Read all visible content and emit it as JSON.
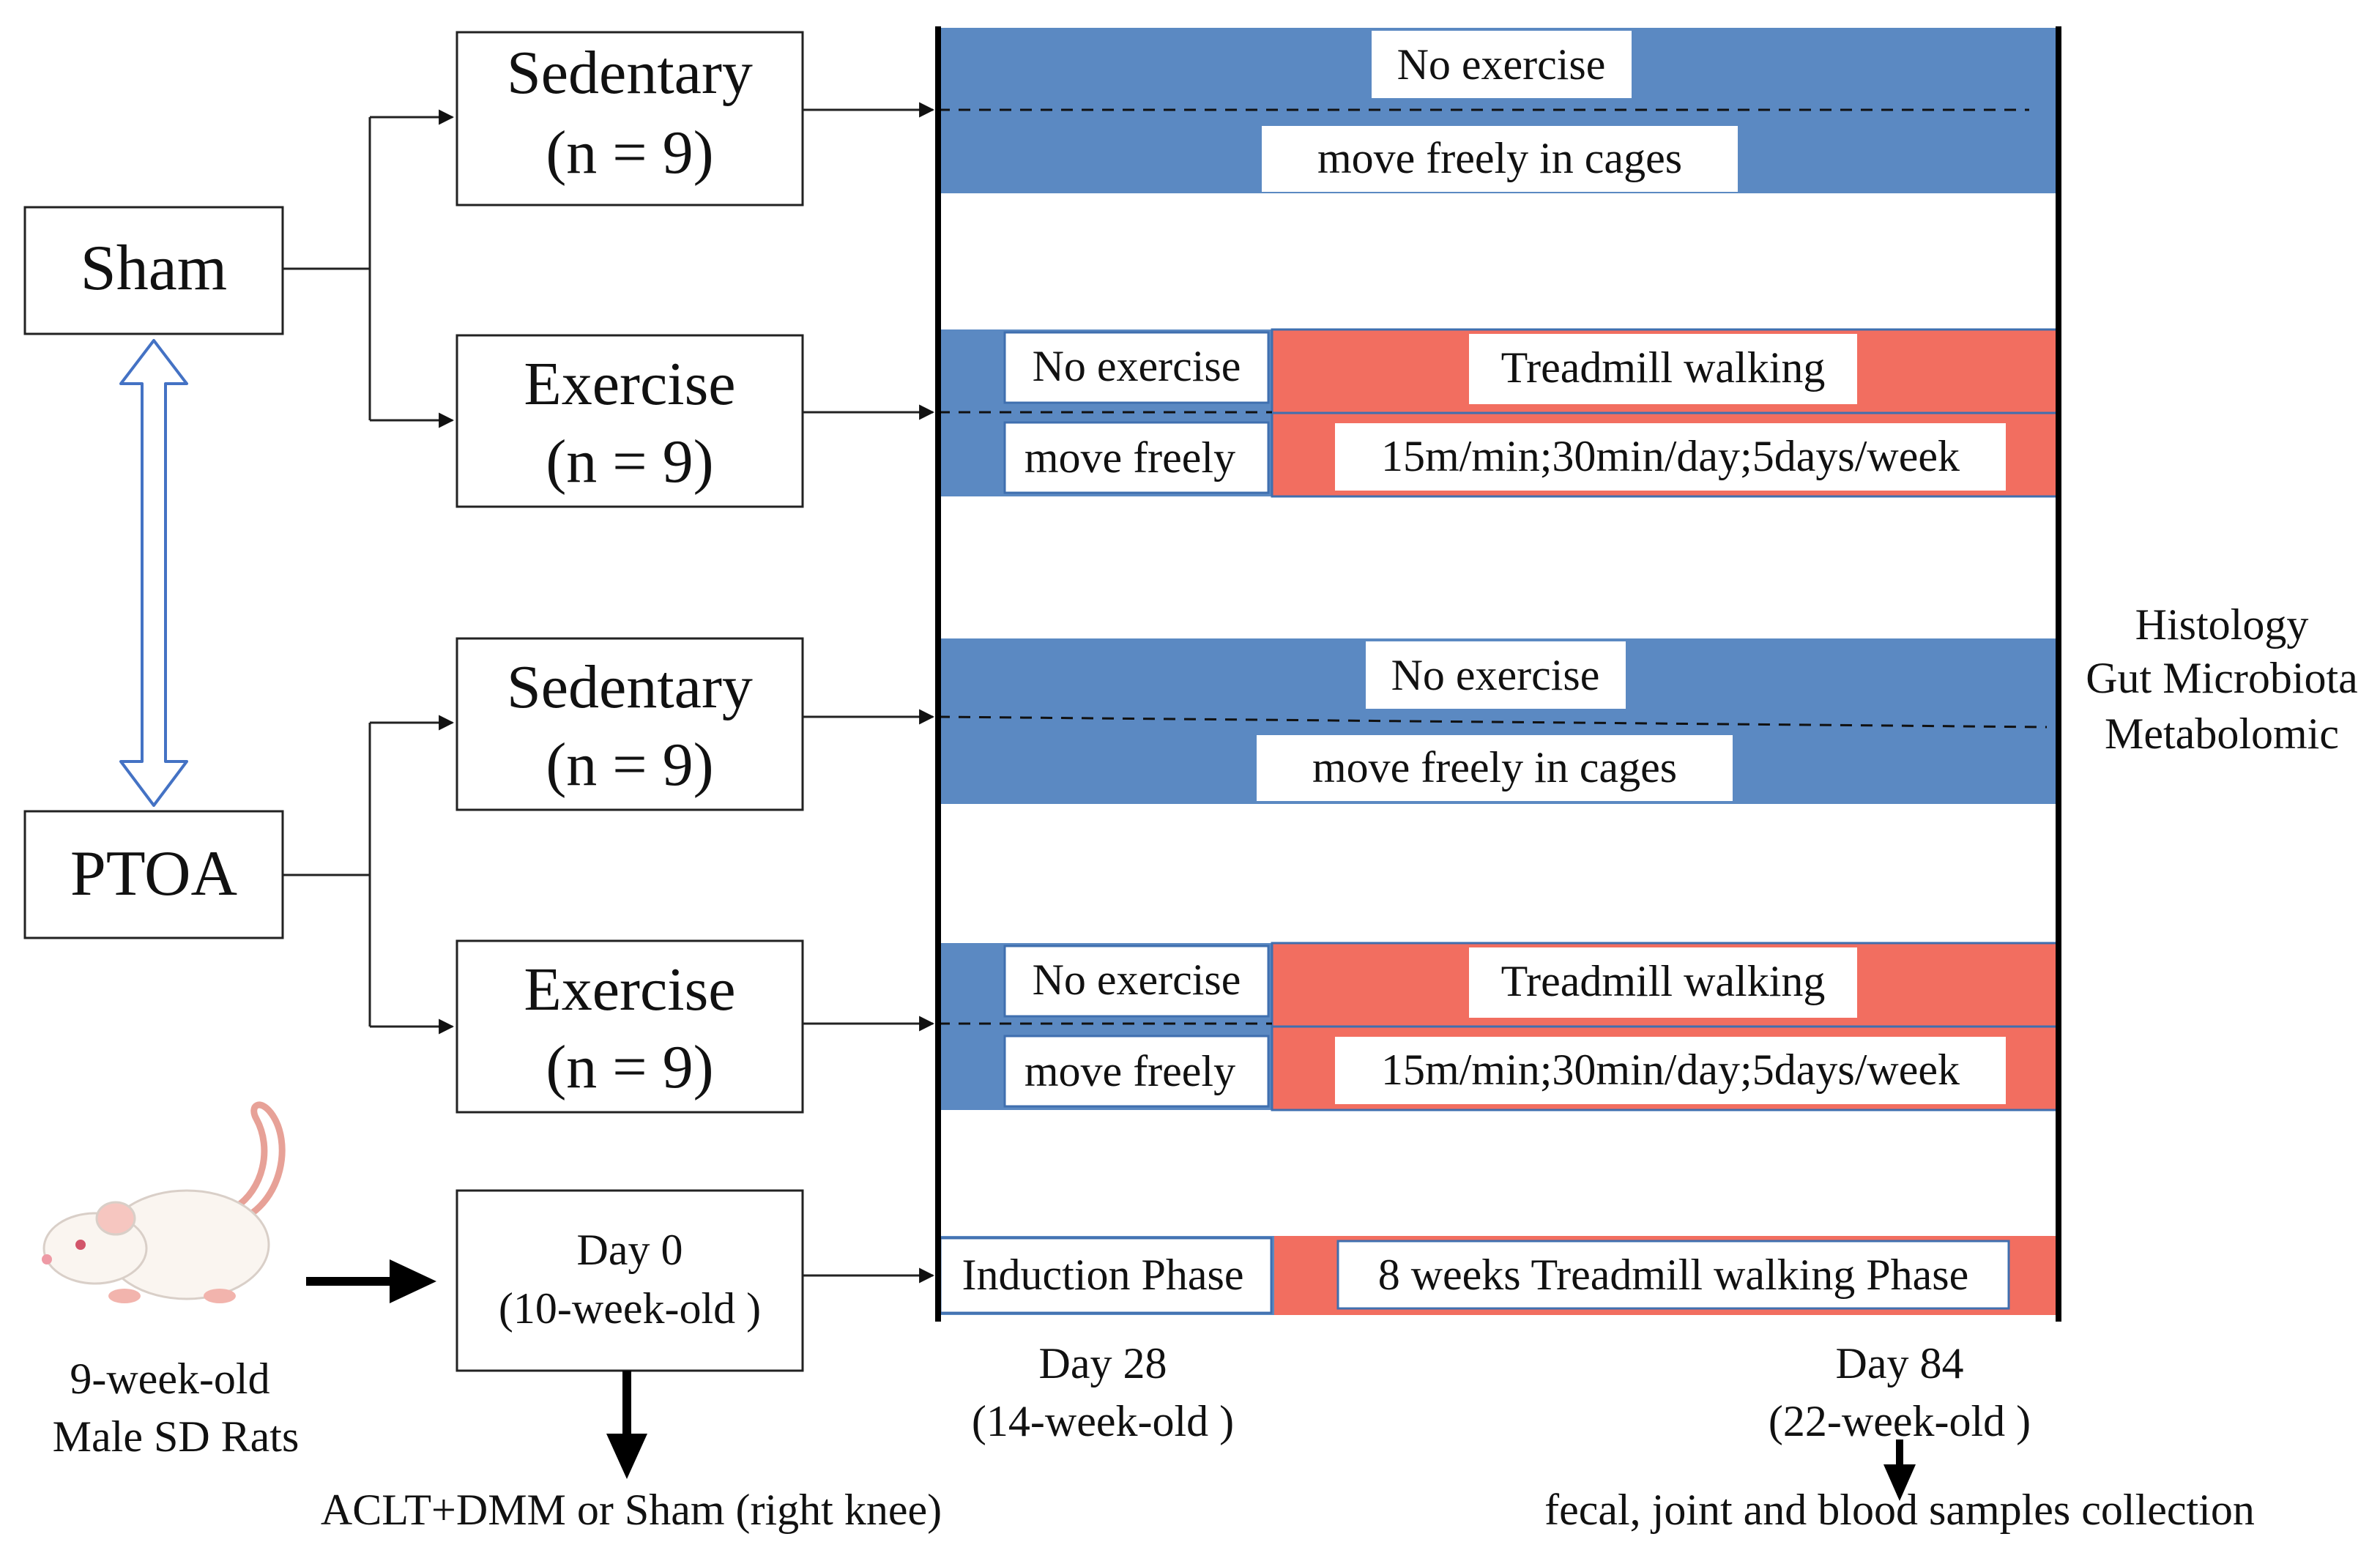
{
  "groups": {
    "sham": "Sham",
    "ptoa": "PTOA"
  },
  "subgroups": {
    "sham_sedentary": {
      "name": "Sedentary",
      "n": "(n = 9)"
    },
    "sham_exercise": {
      "name": "Exercise",
      "n": "(n = 9)"
    },
    "ptoa_sedentary": {
      "name": "Sedentary",
      "n": "(n = 9)"
    },
    "ptoa_exercise": {
      "name": "Exercise",
      "n": "(n = 9)"
    }
  },
  "timeline": {
    "no_exercise": "No exercise",
    "move_freely_in_cages": "move freely in cages",
    "move_freely": "move freely",
    "treadmill_walking": "Treadmill walking",
    "protocol": "15m/min;30min/day;5days/week",
    "induction_phase": "Induction Phase",
    "treadmill_phase": "8 weeks Treadmill walking Phase"
  },
  "start": {
    "day0": "Day 0",
    "age0": "(10-week-old )",
    "rat_line1": "9-week-old",
    "rat_line2": "Male SD Rats",
    "surgery": "ACLT+DMM or Sham (right knee)"
  },
  "milestones": {
    "day28": "Day 28",
    "age28": "(14-week-old )",
    "day84": "Day 84",
    "age84": "(22-week-old )",
    "collection": "fecal, joint and  blood samples collection"
  },
  "outcomes": [
    "Histology",
    "Gut Microbiota",
    "Metabolomic"
  ],
  "colors": {
    "blue": "#5B89C2",
    "salmon": "#F26E60",
    "arrow_outline": "#4472C4"
  }
}
